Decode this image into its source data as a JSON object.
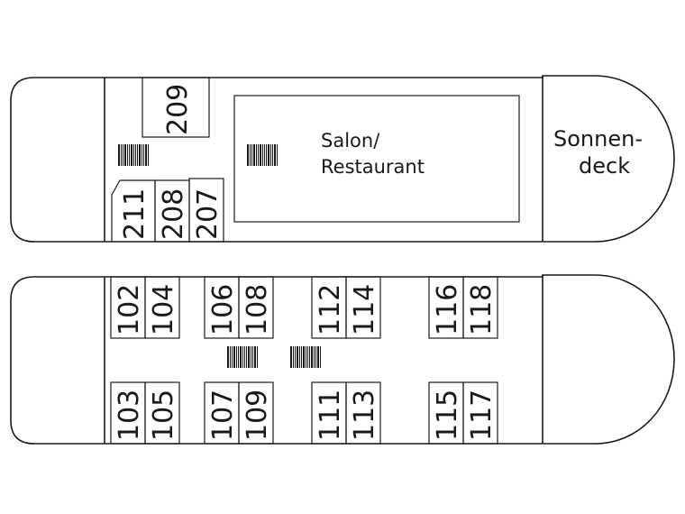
{
  "upper_deck": {
    "salon_line1": "Salon/",
    "salon_line2": "Restaurant",
    "sun_line1": "Sonnen-",
    "sun_line2": "deck",
    "cabins": [
      "209",
      "211",
      "208",
      "207"
    ]
  },
  "lower_deck": {
    "top_row": [
      "102",
      "104",
      "106",
      "108",
      "112",
      "114",
      "116",
      "118"
    ],
    "bottom_row": [
      "103",
      "105",
      "107",
      "109",
      "111",
      "113",
      "115",
      "117"
    ]
  },
  "icons": [
    "stairs-icon"
  ]
}
